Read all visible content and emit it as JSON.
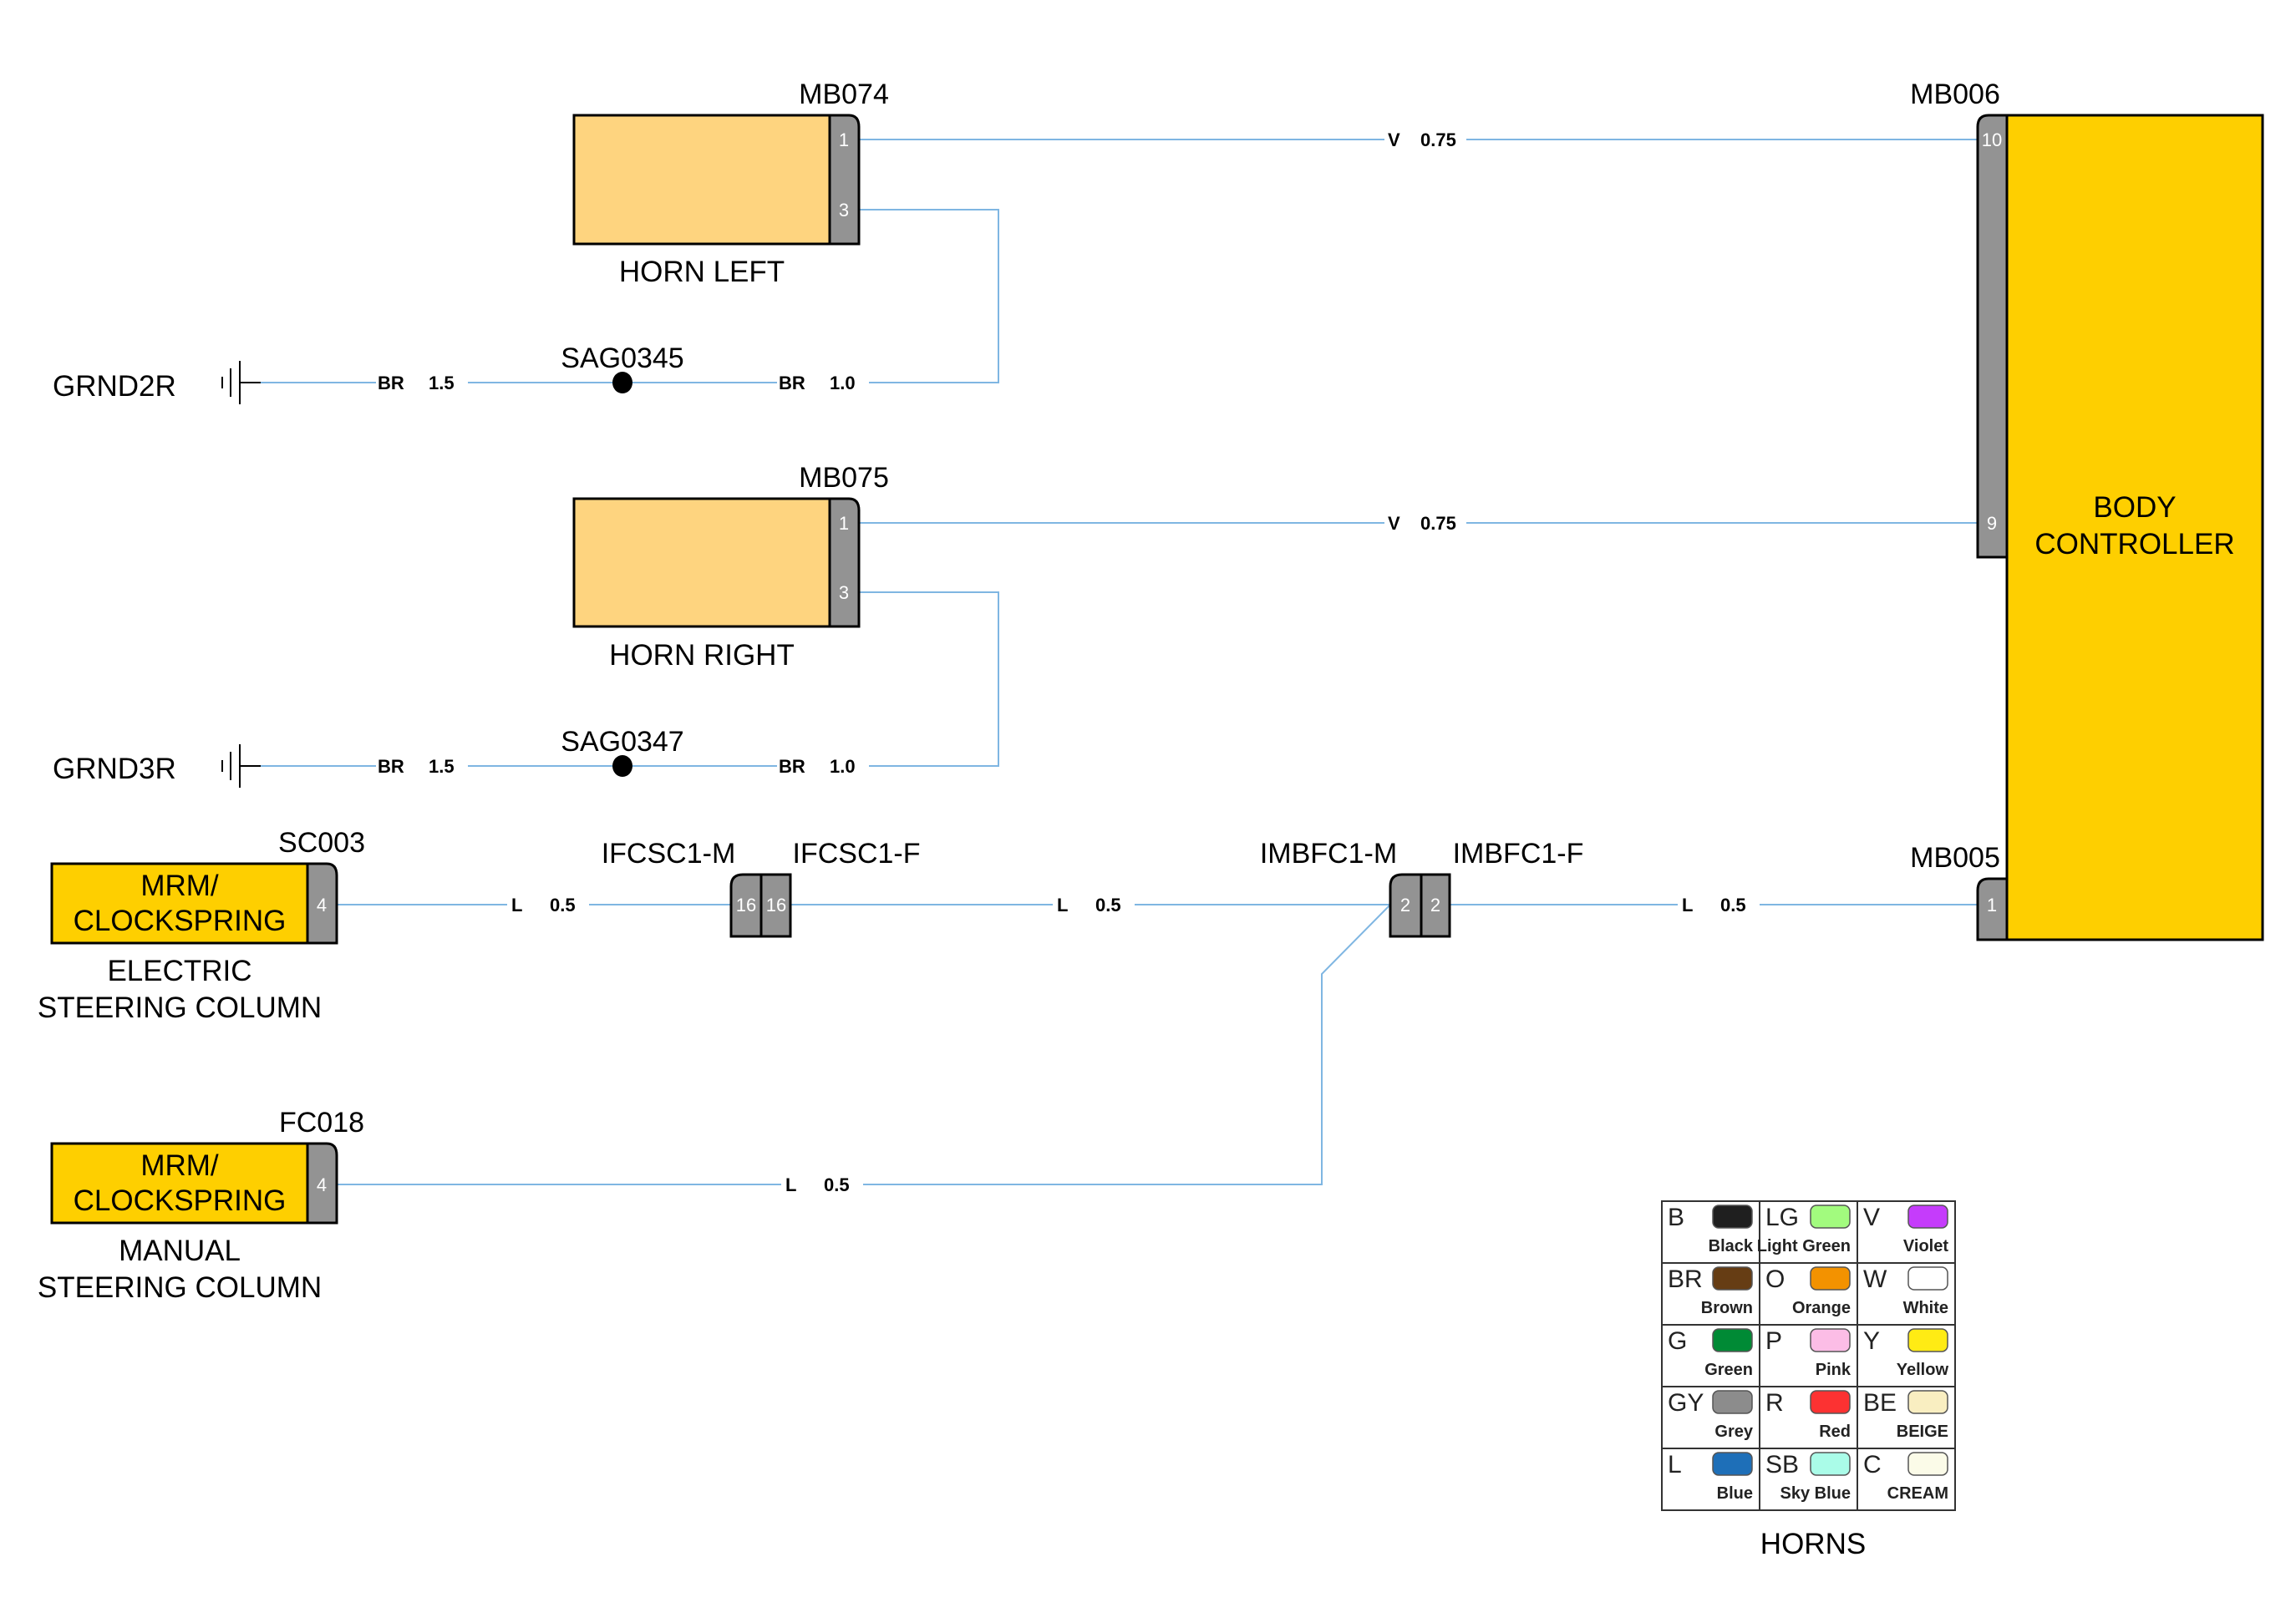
{
  "diagram": {
    "title": "HORNS",
    "colors": {
      "wire": "#7fb6e2",
      "horn_fill": "#fed47f",
      "module_fill": "#fecf00",
      "connector_grey": "#939393"
    },
    "components": {
      "horn_left": {
        "connector": "MB074",
        "label": "HORN LEFT",
        "pins": [
          "1",
          "3"
        ]
      },
      "horn_right": {
        "connector": "MB075",
        "label": "HORN RIGHT",
        "pins": [
          "1",
          "3"
        ]
      },
      "body_controller": {
        "label_line1": "BODY",
        "label_line2": "CONTROLLER",
        "connector_top": "MB006",
        "connector_bottom": "MB005",
        "pins_top": [
          "10",
          "9"
        ],
        "pins_bottom": [
          "1"
        ]
      },
      "clockspring_electric": {
        "connector": "SC003",
        "line1": "MRM/",
        "line2": "CLOCKSPRING",
        "desc1": "ELECTRIC",
        "desc2": "STEERING  COLUMN",
        "pin": "4"
      },
      "clockspring_manual": {
        "connector": "FC018",
        "line1": "MRM/",
        "line2": "CLOCKSPRING",
        "desc1": "MANUAL",
        "desc2": "STEERING COLUMN",
        "pin": "4"
      },
      "inline_ifcsc1": {
        "male": "IFCSC1-M",
        "female": "IFCSC1-F",
        "pin_m": "16",
        "pin_f": "16"
      },
      "inline_imbfc1": {
        "male": "IMBFC1-M",
        "female": "IMBFC1-F",
        "pin_m": "2",
        "pin_f": "2"
      },
      "ground_2": {
        "label": "GRND2R"
      },
      "ground_3": {
        "label": "GRND3R"
      },
      "splice_1": {
        "label": "SAG0345"
      },
      "splice_2": {
        "label": "SAG0347"
      }
    },
    "wires": [
      {
        "id": "w1",
        "color": "V",
        "size": "0.75"
      },
      {
        "id": "w2",
        "color": "V",
        "size": "0.75"
      },
      {
        "id": "w3",
        "color": "BR",
        "size": "1.5"
      },
      {
        "id": "w4",
        "color": "BR",
        "size": "1.0"
      },
      {
        "id": "w5",
        "color": "BR",
        "size": "1.5"
      },
      {
        "id": "w6",
        "color": "BR",
        "size": "1.0"
      },
      {
        "id": "w7",
        "color": "L",
        "size": "0.5"
      },
      {
        "id": "w8",
        "color": "L",
        "size": "0.5"
      },
      {
        "id": "w9",
        "color": "L",
        "size": "0.5"
      },
      {
        "id": "w10",
        "color": "L",
        "size": "0.5"
      }
    ],
    "legend": [
      {
        "code": "B",
        "name": "Black",
        "color": "#1f1f1f"
      },
      {
        "code": "LG",
        "name": "Light Green",
        "color": "#a2fb7e"
      },
      {
        "code": "V",
        "name": "Violet",
        "color": "#c53cfb"
      },
      {
        "code": "BR",
        "name": "Brown",
        "color": "#663d14"
      },
      {
        "code": "O",
        "name": "Orange",
        "color": "#f39200"
      },
      {
        "code": "W",
        "name": "White",
        "color": "#ffffff"
      },
      {
        "code": "G",
        "name": "Green",
        "color": "#008a35"
      },
      {
        "code": "P",
        "name": "Pink",
        "color": "#fcbde6"
      },
      {
        "code": "Y",
        "name": "Yellow",
        "color": "#ffeb14"
      },
      {
        "code": "GY",
        "name": "Grey",
        "color": "#8c8c8c"
      },
      {
        "code": "R",
        "name": "Red",
        "color": "#fc3232"
      },
      {
        "code": "BE",
        "name": "BEIGE",
        "color": "#f9eec1"
      },
      {
        "code": "L",
        "name": "Blue",
        "color": "#1e6fb8"
      },
      {
        "code": "SB",
        "name": "Sky Blue",
        "color": "#aafce8"
      },
      {
        "code": "C",
        "name": "CREAM",
        "color": "#fbfbe8"
      }
    ]
  }
}
